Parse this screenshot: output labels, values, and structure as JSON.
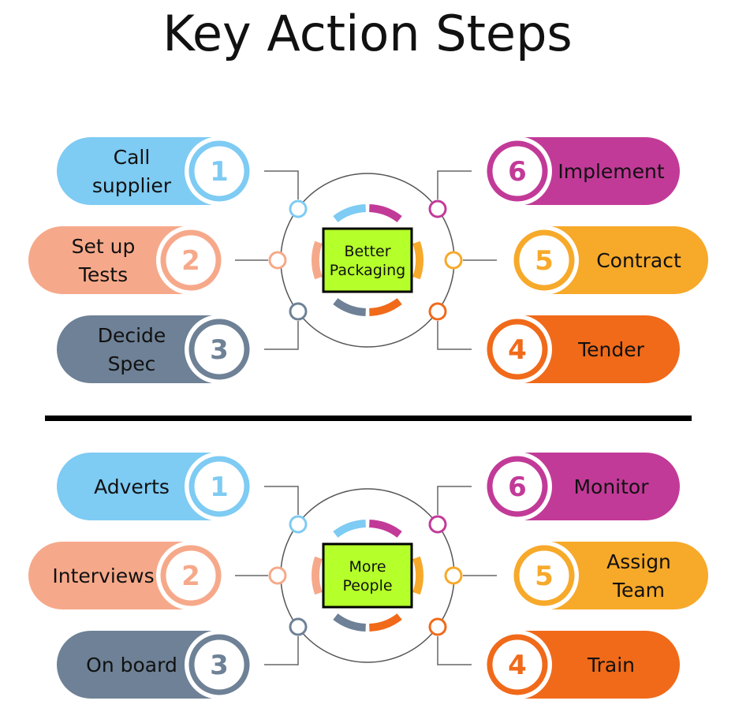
{
  "title": "Key Action Steps",
  "colors": {
    "step1": "#7ecbf3",
    "step2": "#f6a98a",
    "step3": "#6e8196",
    "step4": "#f06a1a",
    "step5": "#f7a92a",
    "step6": "#c23a98",
    "center_box": "#b5ff2a"
  },
  "panels": [
    {
      "center_label": [
        "Better",
        "Packaging"
      ],
      "steps": {
        "1": [
          "Call",
          "supplier"
        ],
        "2": [
          "Set up",
          "Tests"
        ],
        "3": [
          "Decide",
          "Spec"
        ],
        "4": [
          "Tender"
        ],
        "5": [
          "Contract"
        ],
        "6": [
          "Implement"
        ]
      }
    },
    {
      "center_label": [
        "More",
        "People"
      ],
      "steps": {
        "1": [
          "Adverts"
        ],
        "2": [
          "Interviews"
        ],
        "3": [
          "On board"
        ],
        "4": [
          "Train"
        ],
        "5": [
          "Assign",
          "Team"
        ],
        "6": [
          "Monitor"
        ]
      }
    }
  ],
  "numbers": [
    "1",
    "2",
    "3",
    "4",
    "5",
    "6"
  ]
}
